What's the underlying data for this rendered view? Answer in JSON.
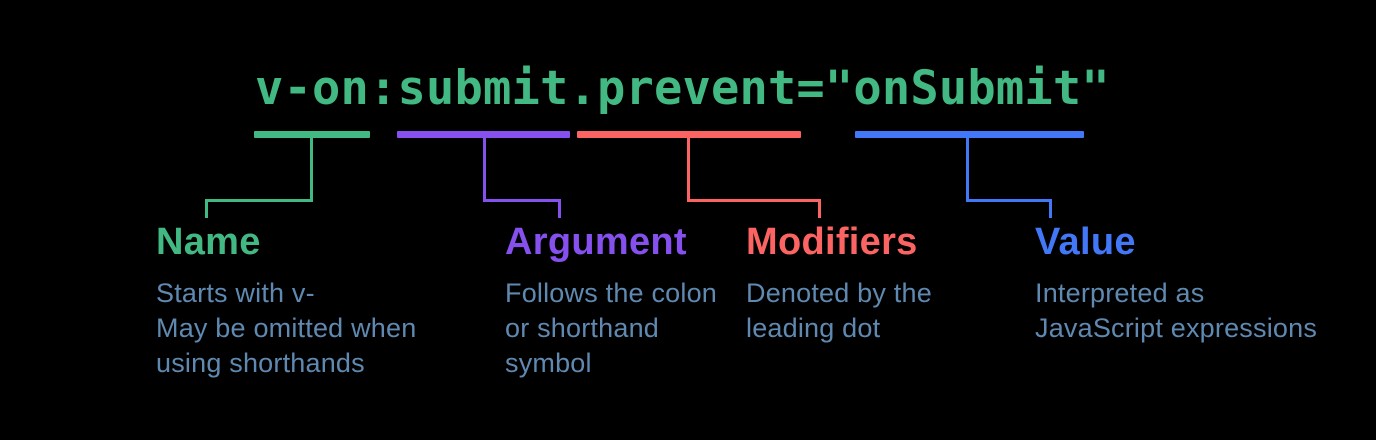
{
  "palette": {
    "background": "#000000",
    "green": "#42b883",
    "purple": "#8650ee",
    "red": "#fb6462",
    "blue": "#4277f7",
    "description_text": "#5f89b0"
  },
  "code": {
    "text": "v-on:submit.prevent=\"onSubmit\""
  },
  "segments": {
    "name": {
      "label": "Name",
      "code_part": "v-on",
      "description": "Starts with v-\nMay be omitted when\nusing shorthands"
    },
    "argument": {
      "label": "Argument",
      "code_part": "submit",
      "description": "Follows the colon\nor shorthand\nsymbol"
    },
    "modifiers": {
      "label": "Modifiers",
      "code_part": ".prevent",
      "description": "Denoted by the\nleading dot"
    },
    "value": {
      "label": "Value",
      "code_part": "onSubmit",
      "description": "Interpreted as\nJavaScript expressions"
    }
  }
}
